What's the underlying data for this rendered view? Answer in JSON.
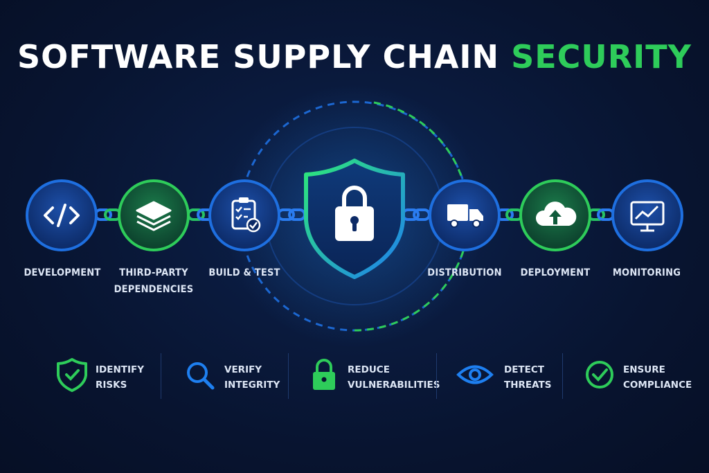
{
  "header": {
    "title_main": "SOFTWARE SUPPLY CHAIN",
    "title_accent": "SECURITY"
  },
  "stages": [
    {
      "label_line1": "DEVELOPMENT",
      "label_line2": "",
      "icon": "code-icon",
      "ring": "blue"
    },
    {
      "label_line1": "THIRD-PARTY",
      "label_line2": "DEPENDENCIES",
      "icon": "layers-icon",
      "ring": "green"
    },
    {
      "label_line1": "BUILD & TEST",
      "label_line2": "",
      "icon": "clipboard-check-icon",
      "ring": "blue"
    },
    {
      "label_line1": "DISTRIBUTION",
      "label_line2": "",
      "icon": "truck-icon",
      "ring": "blue"
    },
    {
      "label_line1": "DEPLOYMENT",
      "label_line2": "",
      "icon": "cloud-upload-icon",
      "ring": "green"
    },
    {
      "label_line1": "MONITORING",
      "label_line2": "",
      "icon": "monitor-chart-icon",
      "ring": "blue"
    }
  ],
  "center": {
    "icon": "shield-lock-icon"
  },
  "features": [
    {
      "line1": "IDENTIFY",
      "line2": "RISKS",
      "icon": "shield-check-icon"
    },
    {
      "line1": "VERIFY",
      "line2": "INTEGRITY",
      "icon": "magnifier-icon"
    },
    {
      "line1": "REDUCE",
      "line2": "VULNERABILITIES",
      "icon": "padlock-icon"
    },
    {
      "line1": "DETECT",
      "line2": "THREATS",
      "icon": "eye-icon"
    },
    {
      "line1": "ENSURE",
      "line2": "COMPLIANCE",
      "icon": "check-circle-icon"
    }
  ],
  "colors": {
    "blue": "#1e6fe0",
    "green": "#2ecc5a",
    "title": "#ffffff",
    "background": "#0a1a3d"
  }
}
